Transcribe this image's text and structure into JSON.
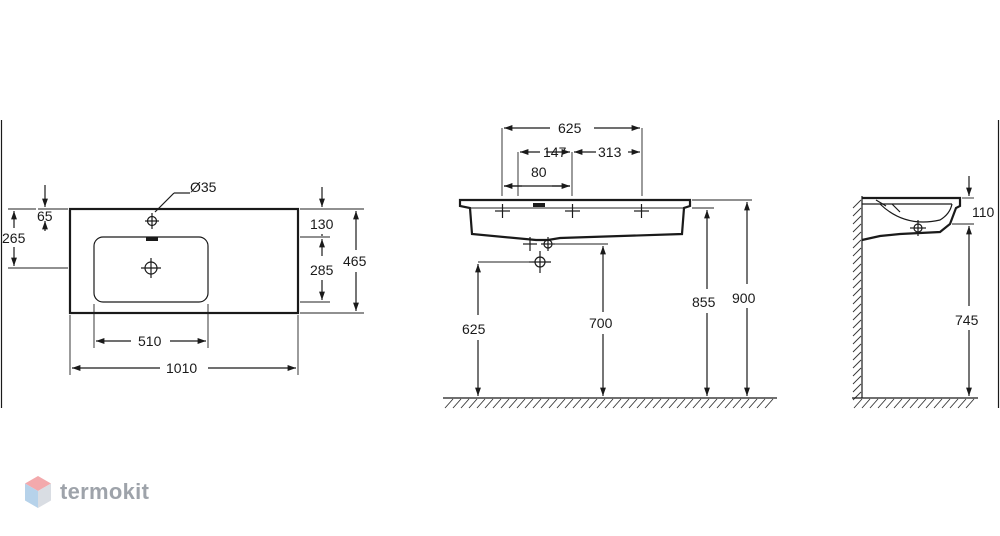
{
  "top_view": {
    "hole_label": "Ø35",
    "dim_65": "65",
    "dim_265": "265",
    "dim_130": "130",
    "dim_285": "285",
    "dim_465": "465",
    "dim_510": "510",
    "dim_1010": "1010"
  },
  "front_view": {
    "dim_625_top": "625",
    "dim_147": "147",
    "dim_313": "313",
    "dim_80": "80",
    "dim_625_side": "625",
    "dim_700": "700",
    "dim_855": "855",
    "dim_900": "900"
  },
  "side_view": {
    "dim_110": "110",
    "dim_745": "745"
  },
  "brand": {
    "name": "termokit",
    "colors": {
      "top": "#f3a9ac",
      "left": "#b6d2ea",
      "right": "#d9dde3"
    }
  }
}
